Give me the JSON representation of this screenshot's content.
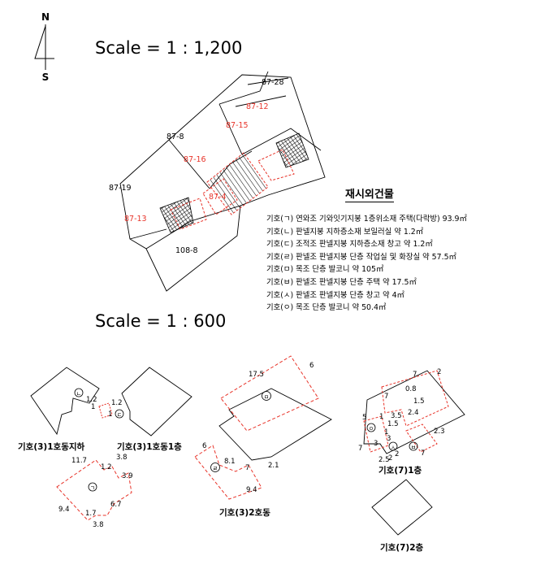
{
  "compass": {
    "north": "N",
    "south": "S"
  },
  "scale_top": "Scale = 1 : 1,200",
  "scale_bottom": "Scale = 1 : 600",
  "parcels": {
    "p87_28": "87-28",
    "p87_12": "87-12",
    "p87_15": "87-15",
    "p87_8": "87-8",
    "p87_16": "87-16",
    "p87_19": "87-19",
    "p87_4": "87-4",
    "p87_13": "87-13",
    "p108_8": "108-8"
  },
  "legend": {
    "title": "재시외건물",
    "items": [
      "기호(ㄱ) 연와조 기와잇기지붕 1층위소재 주택(다락방) 93.9㎡",
      "기호(ㄴ) 판넬지붕 지하층소재 보일러실 약 1.2㎡",
      "기호(ㄷ) 조적조 판넬지붕 지하층소재 창고 약 1.2㎡",
      "기호(ㄹ) 판넬조 판넬지붕 단층 작업실 및 화장실 약 57.5㎡",
      "기호(ㅁ) 목조 단층 발코니 약 105㎡",
      "기호(ㅂ) 판넬조 판넬지붕 단층 주택 약 17.5㎡",
      "기호(ㅅ) 판넬조 판넬지붕 단층 창고 약 4㎡",
      "기호(ㅇ) 목조 단층 발코니 약 50.4㎡"
    ]
  },
  "details": {
    "d3_basement": {
      "caption": "기호(3)1호동지하",
      "symbol_l": "ㄴ",
      "symbol_d": "ㄷ",
      "dims": [
        "1.2",
        "1",
        "1.2",
        "1"
      ]
    },
    "d3_first": {
      "caption": "기호(3)1호동1층",
      "symbol": "ㄱ",
      "dims": [
        "11.7",
        "3.8",
        "1.2",
        "3.9",
        "9.4",
        "6.7",
        "1.7",
        "3.8"
      ]
    },
    "d3_second": {
      "caption": "기호(3)2호동",
      "symbol_m": "ㅁ",
      "symbol_r": "ㄹ",
      "dims": [
        "17.5",
        "6",
        "6",
        "8.1",
        "7",
        "2.1",
        "9.4"
      ]
    },
    "d7_first": {
      "caption": "기호(7)1층",
      "symbol_o": "ㅇ",
      "symbol_s": "ㅅ",
      "symbol_b": "ㅂ",
      "dims": [
        "7",
        "2",
        "0.8",
        "7",
        "1.5",
        "3.5",
        "2.4",
        "5",
        "1",
        "1.5",
        "2.3",
        "7",
        "3",
        "3",
        "2",
        "2.5",
        "2",
        "7",
        "1"
      ]
    },
    "d7_second": {
      "caption": "기호(7)2층"
    }
  },
  "colors": {
    "red": "#e8342a",
    "black": "#000000"
  }
}
